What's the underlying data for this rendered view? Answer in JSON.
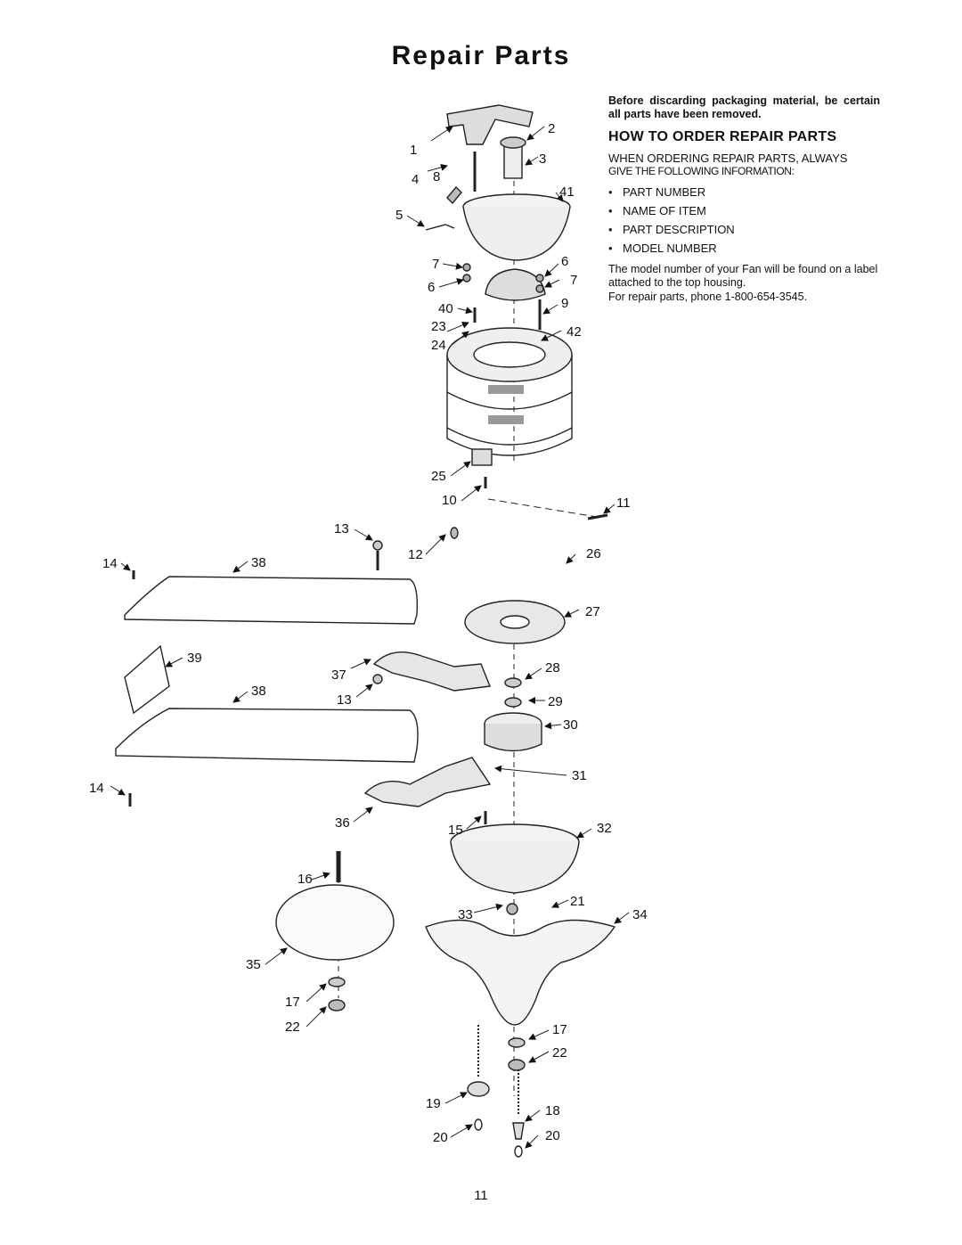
{
  "page": {
    "title": "Repair Parts",
    "page_number": "11"
  },
  "info": {
    "warning": "Before discarding packaging material, be certain all parts have been removed.",
    "heading": "HOW TO ORDER REPAIR PARTS",
    "instruction_line1": "WHEN ORDERING REPAIR PARTS, ALWAYS",
    "instruction_line2": "GIVE THE FOLLOWING INFORMATION:",
    "bullets": [
      "PART NUMBER",
      "NAME OF ITEM",
      "PART DESCRIPTION",
      "MODEL NUMBER"
    ],
    "model_note": "The model number of your Fan will be found on a label attached to the top housing.",
    "phone_note": "For repair parts, phone 1-800-654-3545."
  },
  "callouts": [
    "1",
    "2",
    "3",
    "4",
    "8",
    "41",
    "5",
    "7",
    "6",
    "6",
    "7",
    "40",
    "9",
    "23",
    "42",
    "24",
    "25",
    "10",
    "11",
    "13",
    "12",
    "26",
    "14",
    "38",
    "27",
    "39",
    "37",
    "28",
    "38",
    "13",
    "29",
    "30",
    "31",
    "14",
    "36",
    "15",
    "32",
    "16",
    "21",
    "33",
    "34",
    "35",
    "17",
    "22",
    "17",
    "22",
    "19",
    "18",
    "20",
    "20"
  ]
}
